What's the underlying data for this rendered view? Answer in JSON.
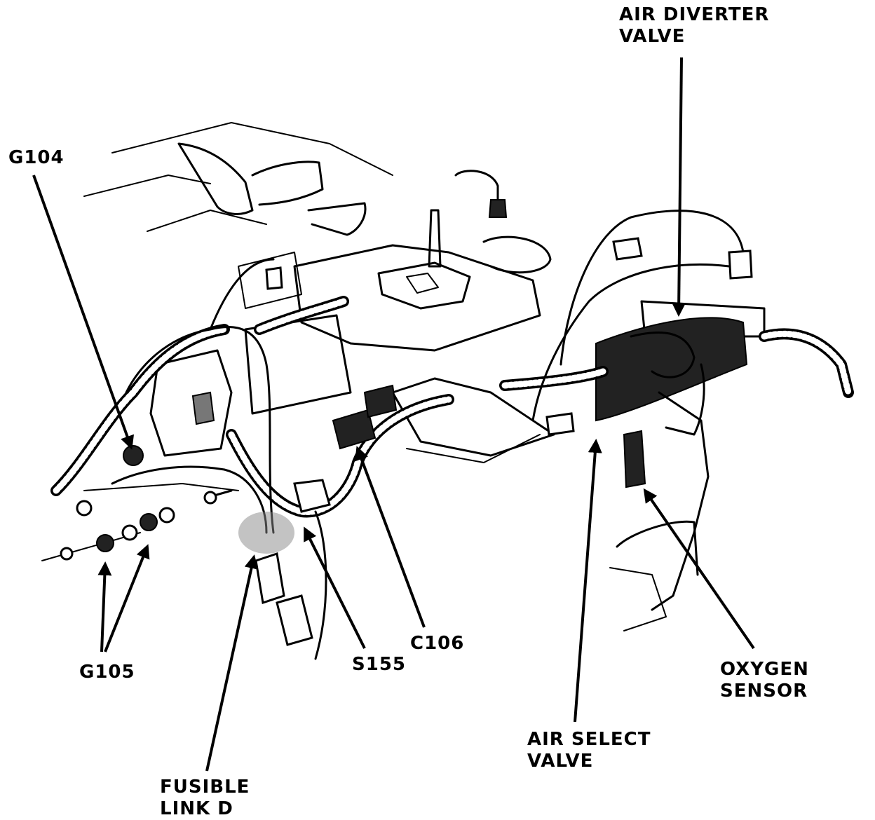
{
  "labels": {
    "air_diverter_valve": [
      "AIR DIVERTER",
      "VALVE"
    ],
    "g104": "G104",
    "g105": "G105",
    "s155": "S155",
    "c106": "C106",
    "oxygen_sensor": [
      "OXYGEN",
      "SENSOR"
    ],
    "air_select_valve": [
      "AIR SELECT",
      "VALVE"
    ],
    "fusible_link_d": [
      "FUSIBLE",
      "LINK D"
    ]
  }
}
